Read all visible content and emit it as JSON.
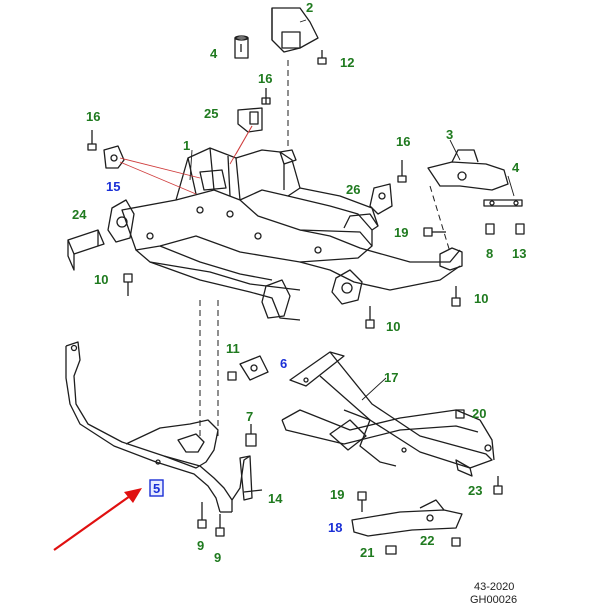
{
  "colors": {
    "callout_green": "#1f7a1f",
    "callout_blue": "#1a2fd6",
    "arrow_red": "#e01010",
    "line": "#1e1e1e",
    "leader_red": "#d04040"
  },
  "callouts": {
    "c1": "1",
    "c2": "2",
    "c3": "3",
    "c4_top": "4",
    "c4_right": "4",
    "c5": "5",
    "c6": "6",
    "c7": "7",
    "c8": "8",
    "c9_a": "9",
    "c9_b": "9",
    "c10_left": "10",
    "c10_mid": "10",
    "c10_right": "10",
    "c11": "11",
    "c12": "12",
    "c13": "13",
    "c14": "14",
    "c15": "15",
    "c16_top": "16",
    "c16_left": "16",
    "c16_right": "16",
    "c17": "17",
    "c18": "18",
    "c19_top": "19",
    "c19_bottom": "19",
    "c20": "20",
    "c21": "21",
    "c22": "22",
    "c23": "23",
    "c24": "24",
    "c25": "25",
    "c26": "26"
  },
  "reference": {
    "line1": "43-2020",
    "line2": "GH00026"
  }
}
